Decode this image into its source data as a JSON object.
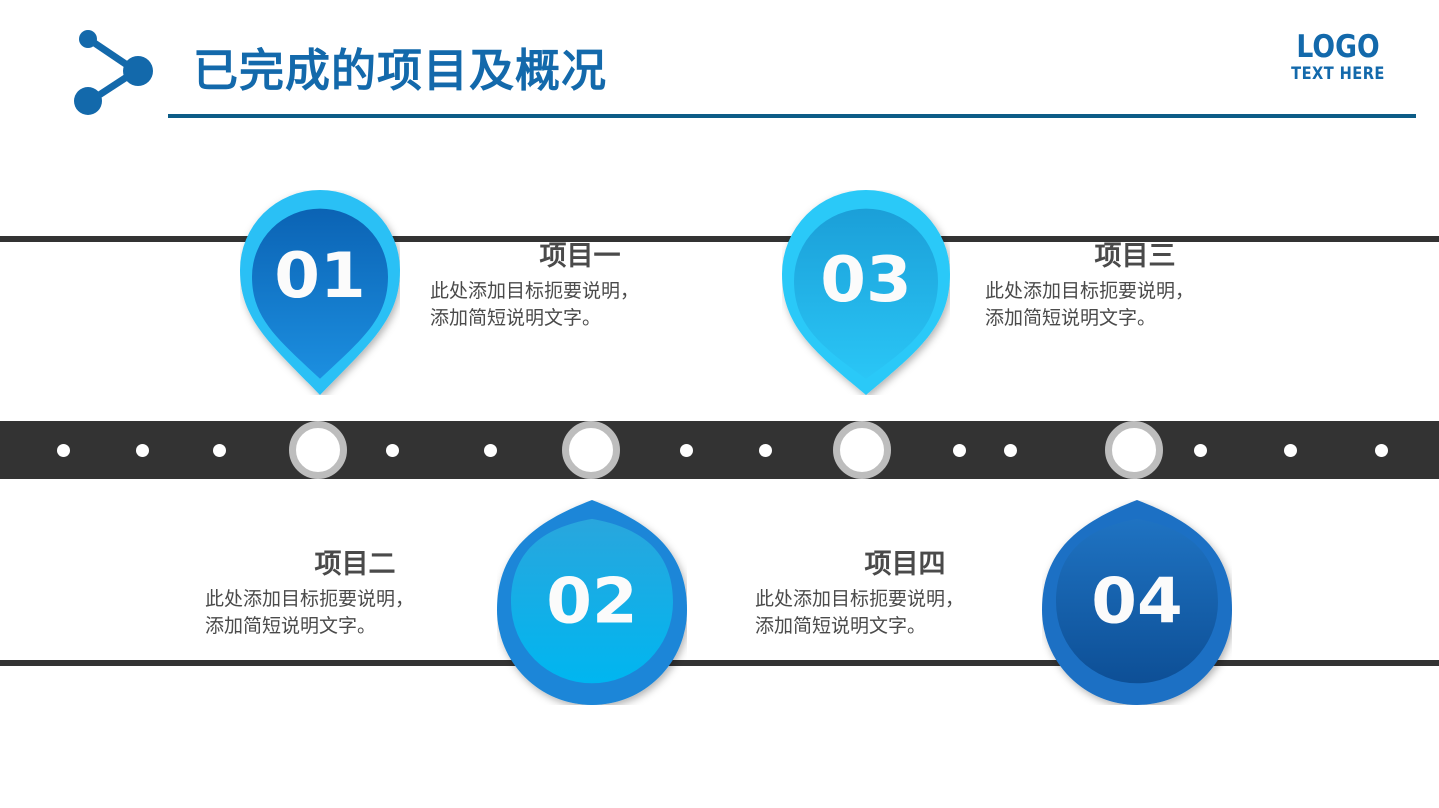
{
  "header": {
    "title": "已完成的项目及概况",
    "decor_icon": "network-nodes-icon",
    "rule_color": "#0d5c87",
    "title_color": "#1369ab",
    "logo": {
      "main": "LOGO",
      "sub": "TEXT HERE"
    }
  },
  "timeline": {
    "track_color": "#333333",
    "dot_color": "#ffffff",
    "ring_border_color": "#bdbdbd",
    "dot_positions": [
      63,
      142,
      219,
      392,
      490,
      686,
      765,
      959,
      1010,
      1200,
      1290,
      1381
    ],
    "ring_positions": [
      318,
      591,
      862,
      1134
    ]
  },
  "items": [
    {
      "number": "01",
      "heading": "项目一",
      "body_line1": "此处添加目标扼要说明，",
      "body_line2": "添加简短说明文字。",
      "shape": "map-pin-down",
      "outer_color": "#29c0f5",
      "inner_from": "#0b63b4",
      "inner_to": "#1c8fe0",
      "position": "top"
    },
    {
      "number": "02",
      "heading": "项目二",
      "body_line1": "此处添加目标扼要说明，",
      "body_line2": "添加简短说明文字。",
      "shape": "water-drop-up",
      "outer_color": "#1a86d8",
      "inner_from": "#00b6f0",
      "inner_to": "#29a6dd",
      "position": "bottom"
    },
    {
      "number": "03",
      "heading": "项目三",
      "body_line1": "此处添加目标扼要说明，",
      "body_line2": "添加简短说明文字。",
      "shape": "map-pin-down",
      "outer_color": "#29c9f8",
      "inner_from": "#1b9fd8",
      "inner_to": "#2ac6f6",
      "position": "top"
    },
    {
      "number": "04",
      "heading": "项目四",
      "body_line1": "此处添加目标扼要说明，",
      "body_line2": "添加简短说明文字。",
      "shape": "water-drop-up",
      "outer_color": "#1a6fc4",
      "inner_from": "#0d4f96",
      "inner_to": "#1f73c2",
      "position": "bottom"
    }
  ]
}
